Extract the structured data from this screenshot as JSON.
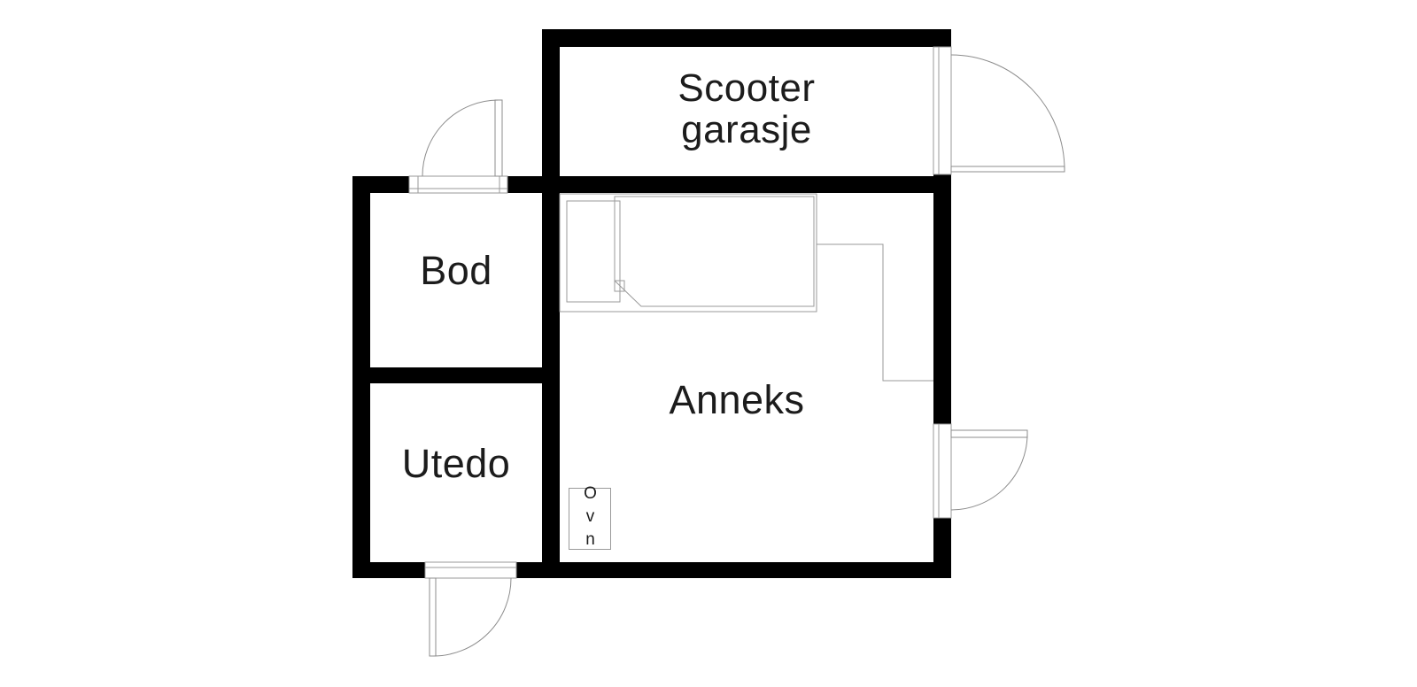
{
  "floorplan": {
    "rooms": {
      "scooter_garasje": {
        "line1": "Scooter",
        "line2": "garasje"
      },
      "bod": {
        "label": "Bod"
      },
      "utedo": {
        "label": "Utedo"
      },
      "anneks": {
        "label": "Anneks"
      }
    },
    "furniture": {
      "ovn": {
        "label": "Ovn"
      }
    },
    "colors": {
      "wall": "#000000",
      "line": "#9a9a9a",
      "door": "#8c8c8c",
      "text": "#1c1c1c",
      "bg": "#ffffff"
    }
  }
}
